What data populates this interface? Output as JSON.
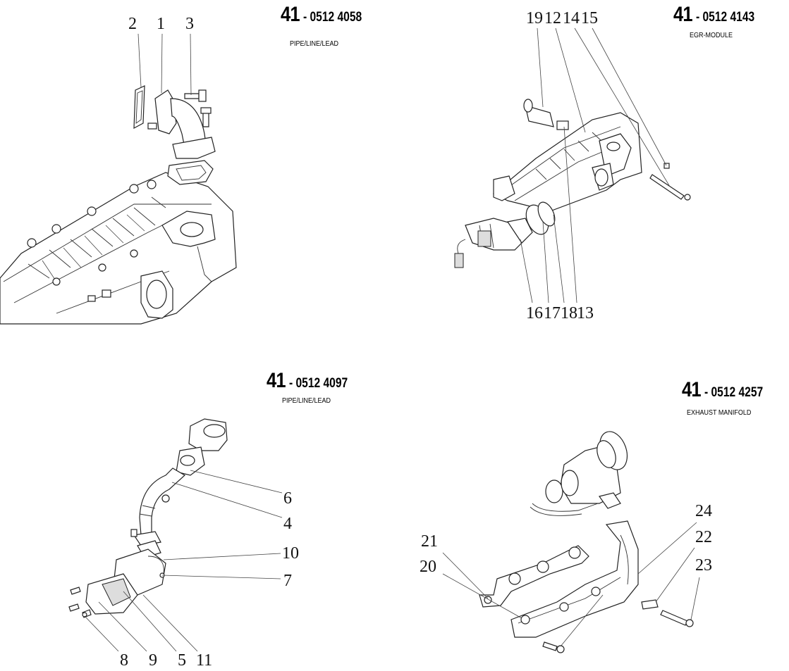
{
  "sections": [
    {
      "group": "41",
      "code": "- 0512 4058",
      "title": "PIPE/LINE/LEAD",
      "callouts": [
        "2",
        "1",
        "3"
      ]
    },
    {
      "group": "41",
      "code": "- 0512 4143",
      "title": "EGR-MODULE",
      "callouts_top": [
        "19",
        "12",
        "14",
        "15"
      ],
      "callouts_bottom": [
        "16",
        "17",
        "18",
        "13"
      ]
    },
    {
      "group": "41",
      "code": "- 0512 4097",
      "title": "PIPE/LINE/LEAD",
      "callouts_right": [
        "6",
        "4",
        "10",
        "7"
      ],
      "callouts_bottom": [
        "8",
        "9",
        "5",
        "11"
      ]
    },
    {
      "group": "41",
      "code": "- 0512 4257",
      "title": "EXHAUST MANIFOLD",
      "callouts_left": [
        "21",
        "20"
      ],
      "callouts_right": [
        "24",
        "22",
        "23"
      ]
    }
  ]
}
